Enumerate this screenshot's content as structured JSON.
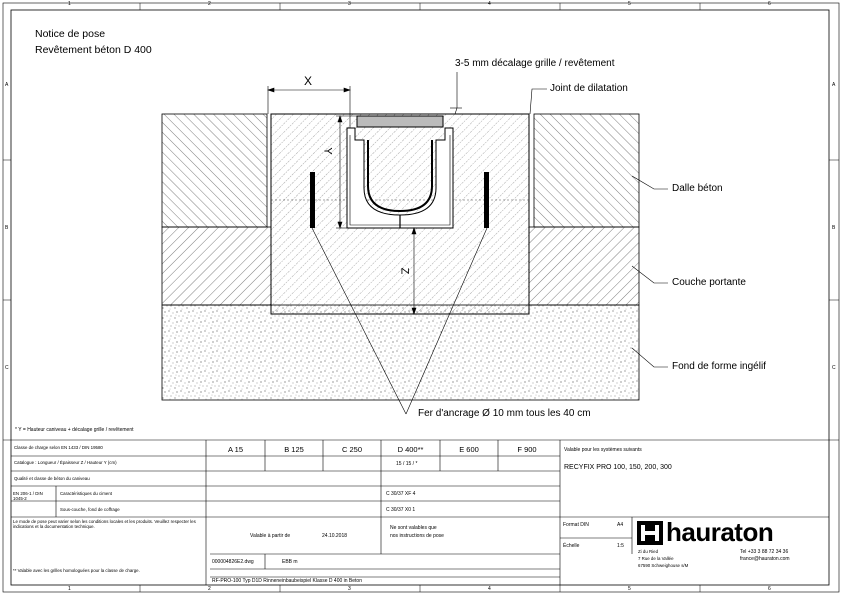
{
  "frame": {
    "columns": [
      "1",
      "2",
      "3",
      "4",
      "5",
      "6"
    ],
    "rows": [
      "A",
      "B",
      "C"
    ]
  },
  "title": {
    "line1": "Notice de pose",
    "line2": "Revêtement béton D 400"
  },
  "drawing": {
    "dim_x": "X",
    "dim_y": "Y",
    "dim_z": "Z",
    "offset_label": "3-5 mm décalage grille / revêtement",
    "joint_label": "Joint de dilatation",
    "slab_label": "Dalle béton",
    "base_label": "Couche portante",
    "subgrade_label": "Fond de forme ingélif",
    "anchor_label": "Fer d'ancrage Ø 10 mm tous les 40 cm",
    "footnote": "* Y = Hauteur caniveau + décalage grille / revêtement"
  },
  "table": {
    "load_class_label": "Classe de charge selon EN 1433 / DIN 19580",
    "classes": [
      "A 15",
      "B 125",
      "C 250",
      "D 400**",
      "E 600",
      "F 900"
    ],
    "dims_label": "Catalogue : Longueur / Épaisseur Z / Hauteur Y (cm)",
    "dims_value": "15 / 15 / *",
    "concrete_label": "Qualité et classe de béton du caniveau",
    "norm_ref": "EN 206-1 / DIN 1045-2",
    "concrete_row1_label": "Caractéristiques du ciment",
    "concrete_row1_value": "C 30/37 XF 4",
    "concrete_row2_label": "Sous-couche, fond de coffrage",
    "concrete_row2_value": "C 30/37 X0 1",
    "valid_for_label": "Valable pour les systèmes suivants",
    "systems": "RECYFIX PRO 100, 150, 200, 300",
    "notes_left": "Le mode de pose peut varier selon les conditions locales et les produits. Veuillez respecter les indications et la documentation technique.",
    "notes_left2": "** Valable avec les grilles homologuées pour la classe de charge.",
    "valid_from_label": "Valable à partir de",
    "valid_from_date": "24.10.2018",
    "invalid_note_line1": "Ne sont valables que",
    "invalid_note_line2": "nos instructions de pose",
    "format_label": "Format DIN",
    "format_value": "A4",
    "scale_label": "Échelle",
    "scale_value": "1:5",
    "file_name": "000004826E2.dwg",
    "author": "EBB m",
    "drawing_title": "RF-PRO-100 Typ D1D Rinneneinbaubeispiel Klasse D 400 in Beton"
  },
  "company": {
    "name": "hauraton",
    "address_line1": "Zi du Ried",
    "address_line2": "7 Rue de la Vallée",
    "address_line3": "67590 Schweighouse s/M",
    "phone": "Tel +33 3 88 72 34 36",
    "email": "france@hauraton.com"
  }
}
